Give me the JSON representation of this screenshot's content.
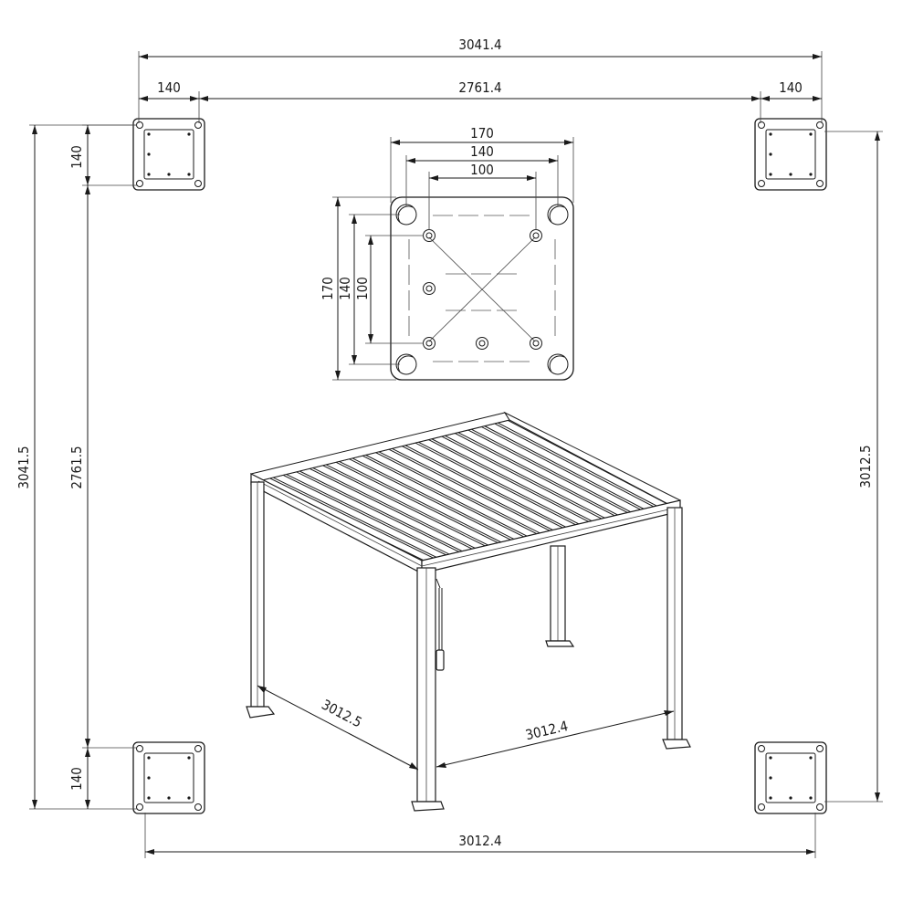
{
  "dimensions": {
    "overall_width_top": "3041.4",
    "left_plate_width": "140",
    "inner_span_top": "2761.4",
    "right_plate_width": "140",
    "overall_height_left": "3041.5",
    "inner_span_left": "2761.5",
    "plate_height_top_left": "140",
    "plate_height_bottom_left": "140",
    "overall_height_right": "3012.5",
    "overall_width_bottom": "3012.4",
    "detail_width_outer": "170",
    "detail_width_mid": "140",
    "detail_width_inner": "100",
    "detail_height_outer": "170",
    "detail_height_mid": "140",
    "detail_height_inner": "100",
    "pergola_depth": "3012.5",
    "pergola_width": "3012.4"
  },
  "colors": {
    "line": "#1a1a1a",
    "background": "#ffffff"
  }
}
